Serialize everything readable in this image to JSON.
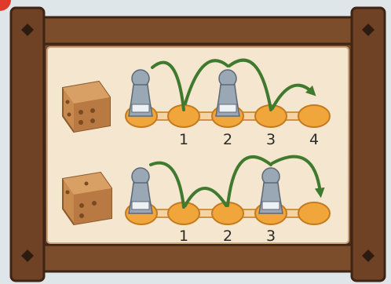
{
  "panel": {
    "background_color": "#f4e6cf",
    "frame_color": "#6b4328",
    "track_color": "#f0a63a",
    "arrow_color": "#3f7a2e",
    "pawn_color": "#9aa7b4",
    "die_color": "#c98a4e"
  },
  "rows": [
    {
      "die_icon": "die-icon",
      "step_labels": [
        "1",
        "2",
        "3",
        "4"
      ]
    },
    {
      "die_icon": "die-icon",
      "step_labels": [
        "1",
        "2",
        "3"
      ]
    }
  ]
}
